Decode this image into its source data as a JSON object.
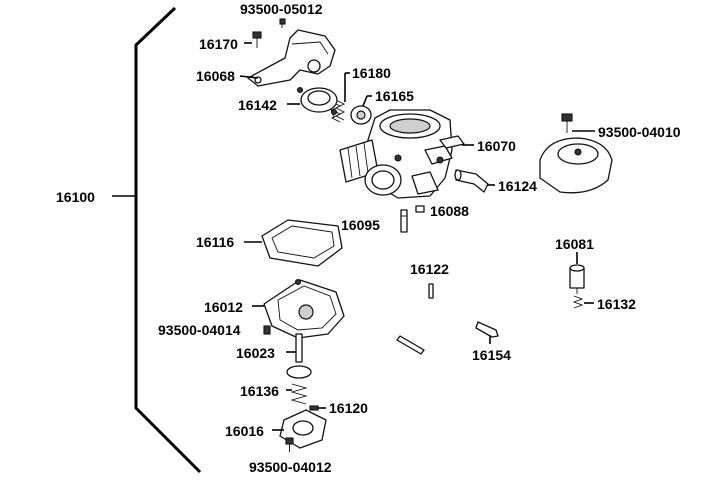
{
  "assembly": {
    "number": "16100"
  },
  "parts": [
    {
      "id": "93500-05012"
    },
    {
      "id": "16170"
    },
    {
      "id": "16068"
    },
    {
      "id": "16180"
    },
    {
      "id": "16142"
    },
    {
      "id": "16165"
    },
    {
      "id": "16070"
    },
    {
      "id": "16124"
    },
    {
      "id": "93500-04010"
    },
    {
      "id": "16088"
    },
    {
      "id": "16095"
    },
    {
      "id": "16116"
    },
    {
      "id": "16081"
    },
    {
      "id": "16122"
    },
    {
      "id": "16132"
    },
    {
      "id": "16012"
    },
    {
      "id": "93500-04014"
    },
    {
      "id": "16154"
    },
    {
      "id": "16023"
    },
    {
      "id": "16136"
    },
    {
      "id": "16120"
    },
    {
      "id": "16016"
    },
    {
      "id": "93500-04012"
    }
  ]
}
